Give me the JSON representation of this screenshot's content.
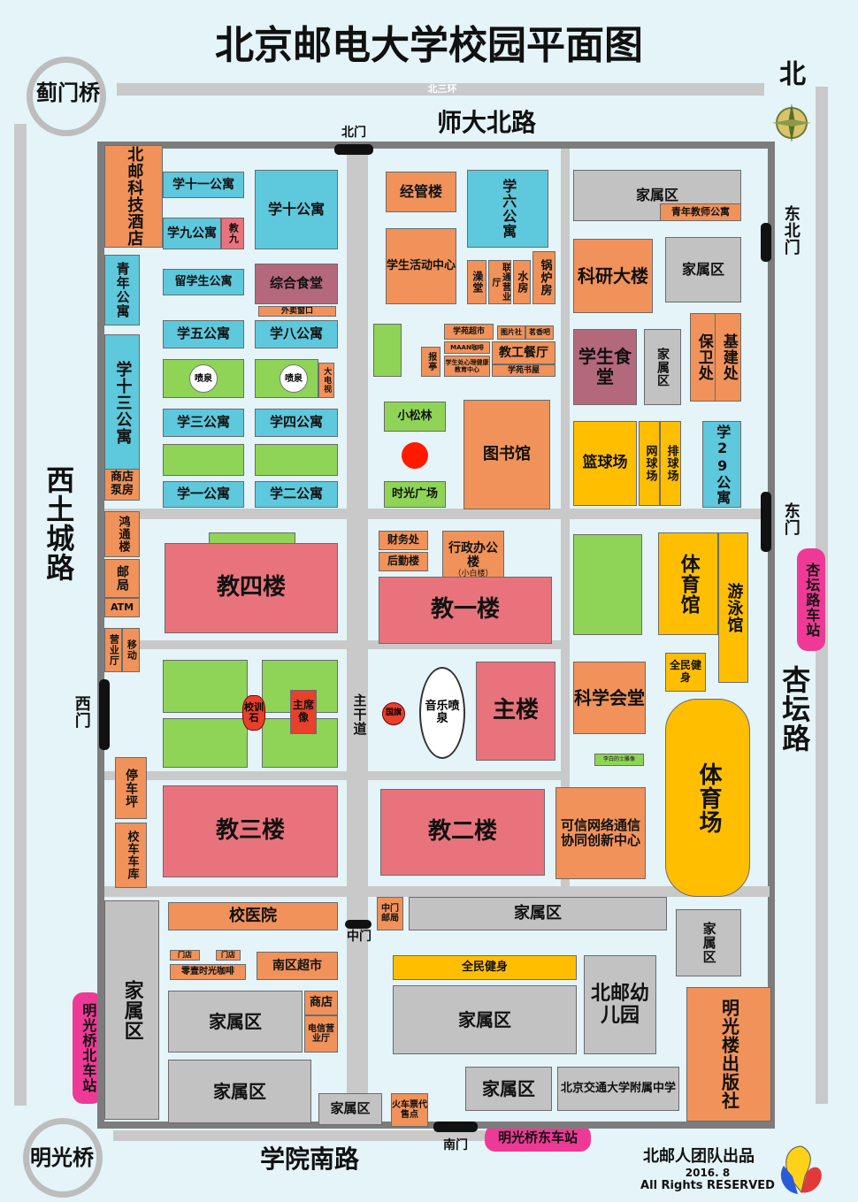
{
  "title": "北京邮电大学校园平面图",
  "colors": {
    "building": "#f0925a",
    "dorm": "#5ec8dc",
    "field": "#8fd456",
    "teaching": "#e9737c",
    "housing": "#c2c2c2",
    "sports": "#ffbf00",
    "canteen": "#b4687c",
    "station": "#ee3a96"
  },
  "outer": {
    "jimen_bridge": "蓟门桥",
    "north": "北",
    "third_ring": "北三环",
    "shida_road": "师大北路",
    "xitucheng_road": "西土城路",
    "xingtan_road": "杏坛路",
    "xingtan_station": "杏坛路车站",
    "minguang_north_station": "明光桥北车站",
    "minguang_east_station": "明光桥东车站",
    "minguang_bridge": "明光桥",
    "xueyuan_south_road": "学院南路"
  },
  "gates": {
    "north": "北门",
    "northeast": "东北门",
    "east": "东门",
    "west": "西门",
    "middle": "中门",
    "south": "南门"
  },
  "buildings": {
    "hotel": "北邮科技酒店",
    "dorm11": "学十一公寓",
    "dorm10": "学十公寓",
    "dorm9": "学九公寓",
    "jiao9": "教九",
    "intl_dorm": "留学生公寓",
    "canteen_general": "综合食堂",
    "takeout": "外卖窗口",
    "dorm5": "学五公寓",
    "dorm8": "学八公寓",
    "fountain": "喷泉",
    "big_tv": "大电视",
    "dorm3": "学三公寓",
    "dorm4": "学四公寓",
    "dorm1": "学一公寓",
    "dorm2": "学二公寓",
    "youth_dorm": "青年公寓",
    "dorm13": "学十三公寓",
    "shop_pump": "商店泵房",
    "hongtong": "鸿通楼",
    "post": "邮局",
    "atm": "ATM",
    "mobile_hall": "营业厅",
    "mobile": "移动",
    "parking": "停车坪",
    "bus_depot": "校车车库",
    "management": "经管楼",
    "dorm6": "学六公寓",
    "student_center": "学生活动中心",
    "bath": "澡堂",
    "unicom": "联通营业厅",
    "water": "水房",
    "boiler": "锅炉房",
    "supermarket": "学苑超市",
    "photo": "图片社",
    "tea": "茗香吧",
    "maan": "MAAN咖啡",
    "psych": "学生处心理健康教育中心",
    "kiosk": "报亭",
    "staff_canteen": "教工餐厅",
    "bookstore": "学苑书屋",
    "pine": "小松林",
    "library": "图书馆",
    "time_square": "时光广场",
    "finance": "财务处",
    "logistics": "后勤楼",
    "admin": "行政办公楼",
    "white_building": "（小白楼）",
    "teach4": "教四楼",
    "teach1": "教一楼",
    "teach3": "教三楼",
    "teach2": "教二楼",
    "school_stone": "校训石",
    "chairman": "主席像",
    "main_road": "主干道",
    "flag": "国旗",
    "music_fountain": "音乐喷泉",
    "main_building": "主楼",
    "science_hall": "科学会堂",
    "statue": "李白的士雕像",
    "trust_center": "可信网络通信协同创新中心",
    "family": "家属区",
    "young_teacher": "青年教师公寓",
    "research": "科研大楼",
    "student_canteen": "学生食堂",
    "security": "保卫处",
    "infra": "基建处",
    "basketball": "篮球场",
    "tennis": "网球场",
    "volleyball": "排球场",
    "dorm29": "学29公寓",
    "gym": "体育馆",
    "pool": "游泳馆",
    "fitness": "全民健身",
    "stadium": "体育场",
    "hospital": "校医院",
    "middle_post": "中门邮局",
    "store": "门店",
    "coffee": "零壹时光咖啡",
    "south_market": "南区超市",
    "shop": "商店",
    "telecom": "电信营业厅",
    "kindergarten": "北邮幼儿园",
    "chuban": "明光楼出版社",
    "bjtu_school": "北京交通大学附属中学",
    "ticket": "火车票代售点"
  },
  "footer": {
    "team": "北邮人团队出品",
    "date": "2016. 8",
    "rights": "All Rights RESERVED"
  }
}
